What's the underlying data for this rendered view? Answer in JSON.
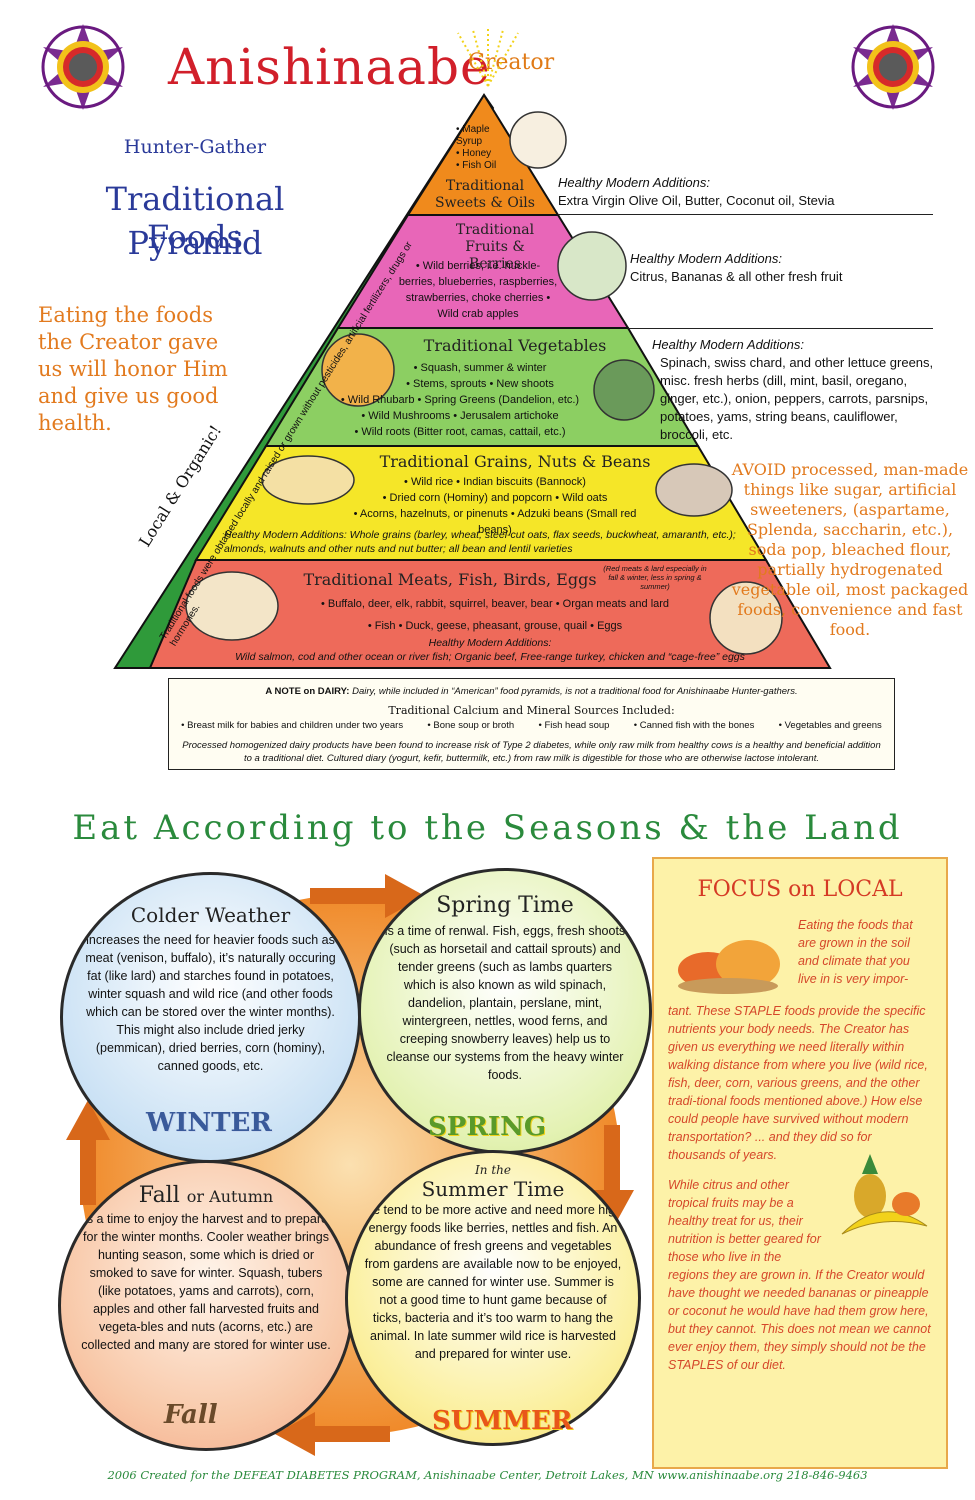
{
  "header": {
    "title": "Anishinaabe",
    "creator": "Creator",
    "subtitle_line1": "Hunter-Gather",
    "subtitle_line2": "Traditional Foods",
    "subtitle_line3": "Pyramid",
    "eat_text": "Eating the foods the Creator gave us will honor Him and give us good health."
  },
  "pyramid": {
    "side_band_title": "Local & Organic!",
    "side_band_text": "Traditional foods were obtained locally and raised or grown without pesticides, artificial fertilizers, drugs or hormones.",
    "sweets": {
      "items": [
        "• Maple Syrup",
        "• Honey",
        "• Fish Oil"
      ],
      "title_line1": "Traditional",
      "title_line2": "Sweets & Oils",
      "additions_head": "Healthy Modern Additions:",
      "additions_text": "Extra Virgin Olive Oil, Butter, Coconut oil, Stevia"
    },
    "fruits": {
      "title_line1": "Traditional",
      "title_line2": "Fruits & Berries",
      "text": "• Wild berries, i.e. huckle-berries, blueberries, raspberries, strawberries, choke cherries • Wild crab apples",
      "additions_head": "Healthy Modern Additions:",
      "additions_text": "Citrus, Bananas & all other fresh fruit"
    },
    "vegetables": {
      "title": "Traditional Vegetables",
      "line1": "• Squash, summer & winter",
      "line2": "• Stems, sprouts   • New shoots",
      "line3": "• Wild Rhubarb   • Spring Greens (Dandelion, etc.)",
      "line4": "• Wild Mushrooms   • Jerusalem artichoke",
      "line5": "• Wild roots (Bitter root, camas, cattail, etc.)",
      "additions_head": "Healthy Modern Additions:",
      "additions_text": "Spinach, swiss chard, and other lettuce greens, misc. fresh herbs (dill, mint, basil, oregano, ginger, etc.), onion, peppers, carrots, parsnips, potatoes, yams, string beans, cauliflower, broccoli, etc."
    },
    "grains": {
      "title": "Traditional Grains, Nuts & Beans",
      "line1": "• Wild rice   • Indian biscuits (Bannock)",
      "line2": "• Dried corn (Hominy) and popcorn   • Wild oats",
      "line3": "• Acorns, hazelnuts, or pinenuts   • Adzuki beans (Small red beans)",
      "additions": "Healthy Modern Additions: Whole grains (barley, wheat, steel-cut oats, flax seeds, buckwheat, amaranth, etc.); almonds, walnuts and other nuts and nut butter; all bean and lentil varieties"
    },
    "meats": {
      "title": "Traditional Meats, Fish, Birds, Eggs",
      "note": "(Red meats & lard especially in fall & winter, less in spring & summer)",
      "line1": "• Buffalo, deer, elk, rabbit, squirrel, beaver, bear   • Organ meats and lard",
      "line2": "• Fish   • Duck, geese, pheasant, grouse, quail   • Eggs",
      "additions_head": "Healthy Modern Additions:",
      "additions_text": "Wild salmon, cod and other ocean or river fish;  Organic beef, Free-range turkey, chicken and “cage-free” eggs"
    }
  },
  "avoid_text": "AVOID processed, man-made things like sugar, artificial sweeteners, (aspartame, Splenda, saccharin, etc.), soda pop, bleached flour, partially hydrogenated vegetable oil, most packaged foods, convenience and fast food.",
  "dairy": {
    "note_label": "A NOTE on DAIRY:",
    "note_text": "Dairy, while included in “American” food pyramids, is not a traditional food for Anishinaabe Hunter-gathers.",
    "sources_title": "Traditional Calcium and Mineral Sources Included:",
    "sources": [
      "• Breast milk for babies and children under two years",
      "• Bone soup or broth",
      "• Fish head soup",
      "• Canned fish with the bones",
      "• Vegetables and greens"
    ],
    "footer": "Processed homogenized dairy products have been found to increase risk of Type 2 diabetes, while only raw milk from healthy cows is a healthy and beneficial addition to a traditional diet. Cultured diary (yogurt, kefir, buttermilk, etc.) from raw milk is digestible for those who are otherwise lactose intolerant."
  },
  "seasons": {
    "title": "Eat According to the Seasons & the Land",
    "winter": {
      "title": "Colder Weather",
      "text": "increases the need for heavier foods such as meat (venison, buffalo), it’s naturally occuring fat (like lard) and starches found in potatoes, winter squash and wild rice (and other foods which can be stored over the winter months). This might also include dried jerky (pemmican), dried berries, corn (hominy), canned goods, etc.",
      "label": "WINTER"
    },
    "spring": {
      "title": "Spring Time",
      "text": "is a time of renwal. Fish, eggs, fresh shoots (such as horsetail and cattail sprouts) and tender greens (such as lambs quarters which is also known as wild spinach, dandelion, plantain, perslane, mint, wintergreen, nettles, wood ferns, and creeping snowberry leaves) help us to cleanse our systems from the heavy winter foods.",
      "label": "SPRING"
    },
    "fall": {
      "title": "Fall",
      "title_small": "or Autumn",
      "text": "is a time to enjoy the harvest and to prepare for the winter months. Cooler weather brings hunting season, some which is dried or smoked to save for winter. Squash, tubers (like potatoes, yams and carrots), corn, apples and other fall harvested fruits and vegeta-bles and nuts (acorns, etc.) are collected and many are stored for winter use.",
      "label": "Fall"
    },
    "summer": {
      "title_small": "In the",
      "title": "Summer Time",
      "text": "we tend to be more active and need more high energy foods like berries, nettles and fish. An abundance of fresh greens and vegetables from gardens are available now to be enjoyed, some are canned for winter use. Summer is not a good time to hunt game because of ticks, bacteria and it’s too warm to hang the animal. In late summer wild rice is harvested and prepared for winter use.",
      "label": "SUMMER"
    }
  },
  "focus": {
    "title": "FOCUS on LOCAL",
    "para1_a": "Eating the foods that are grown in the soil and climate that you live in is very impor-",
    "para1_b": "tant. These STAPLE foods provide the specific nutrients your body needs. The Creator has given us everything we need literally within walking distance from where you live (wild rice, fish, deer, corn, various greens, and the other tradi-tional foods mentioned above.) How else could people have survived without modern transportation? ... and they did so for thousands of years.",
    "para2_a": "While citrus and other tropical fruits may be a healthy treat for us, their nutrition is better geared for those who live in the",
    "para2_b": "regions they are grown in. If the Creator would have thought we needed bananas or pineapple or coconut he would have had them grow here, but they cannot. This does not mean we cannot ever enjoy them, they simply should not be the STAPLES of our diet."
  },
  "footer": "2006  Created for the DEFEAT DIABETES PROGRAM, Anishinaabe Center, Detroit Lakes, MN     www.anishinaabe.org     218-846-9463"
}
